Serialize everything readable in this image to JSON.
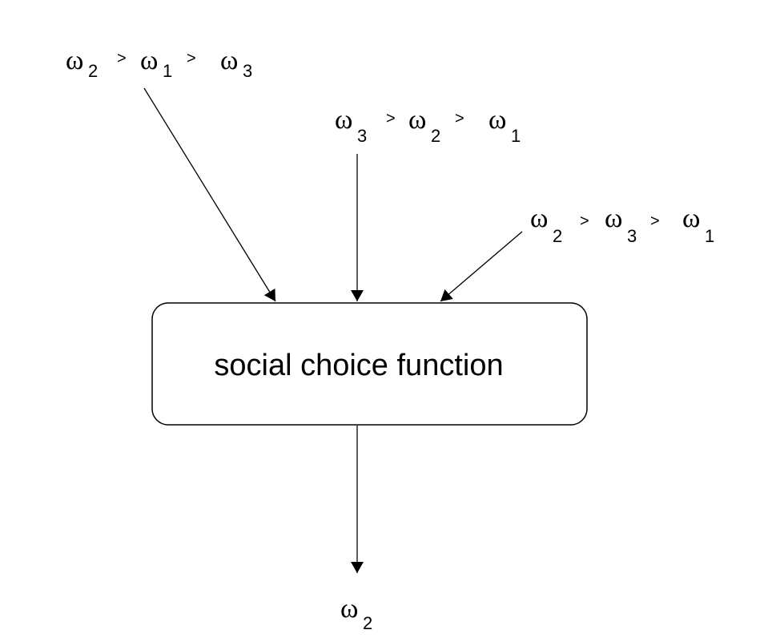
{
  "diagram": {
    "box_label": "social choice function",
    "omega_symbol": "ω",
    "greater_than": ">",
    "preference_1": {
      "first": "2",
      "second": "1",
      "third": "3"
    },
    "preference_2": {
      "first": "3",
      "second": "2",
      "third": "1"
    },
    "preference_3": {
      "first": "2",
      "second": "3",
      "third": "1"
    },
    "outcome": {
      "index": "2"
    },
    "colors": {
      "stroke": "#000000",
      "background": "#ffffff"
    }
  }
}
